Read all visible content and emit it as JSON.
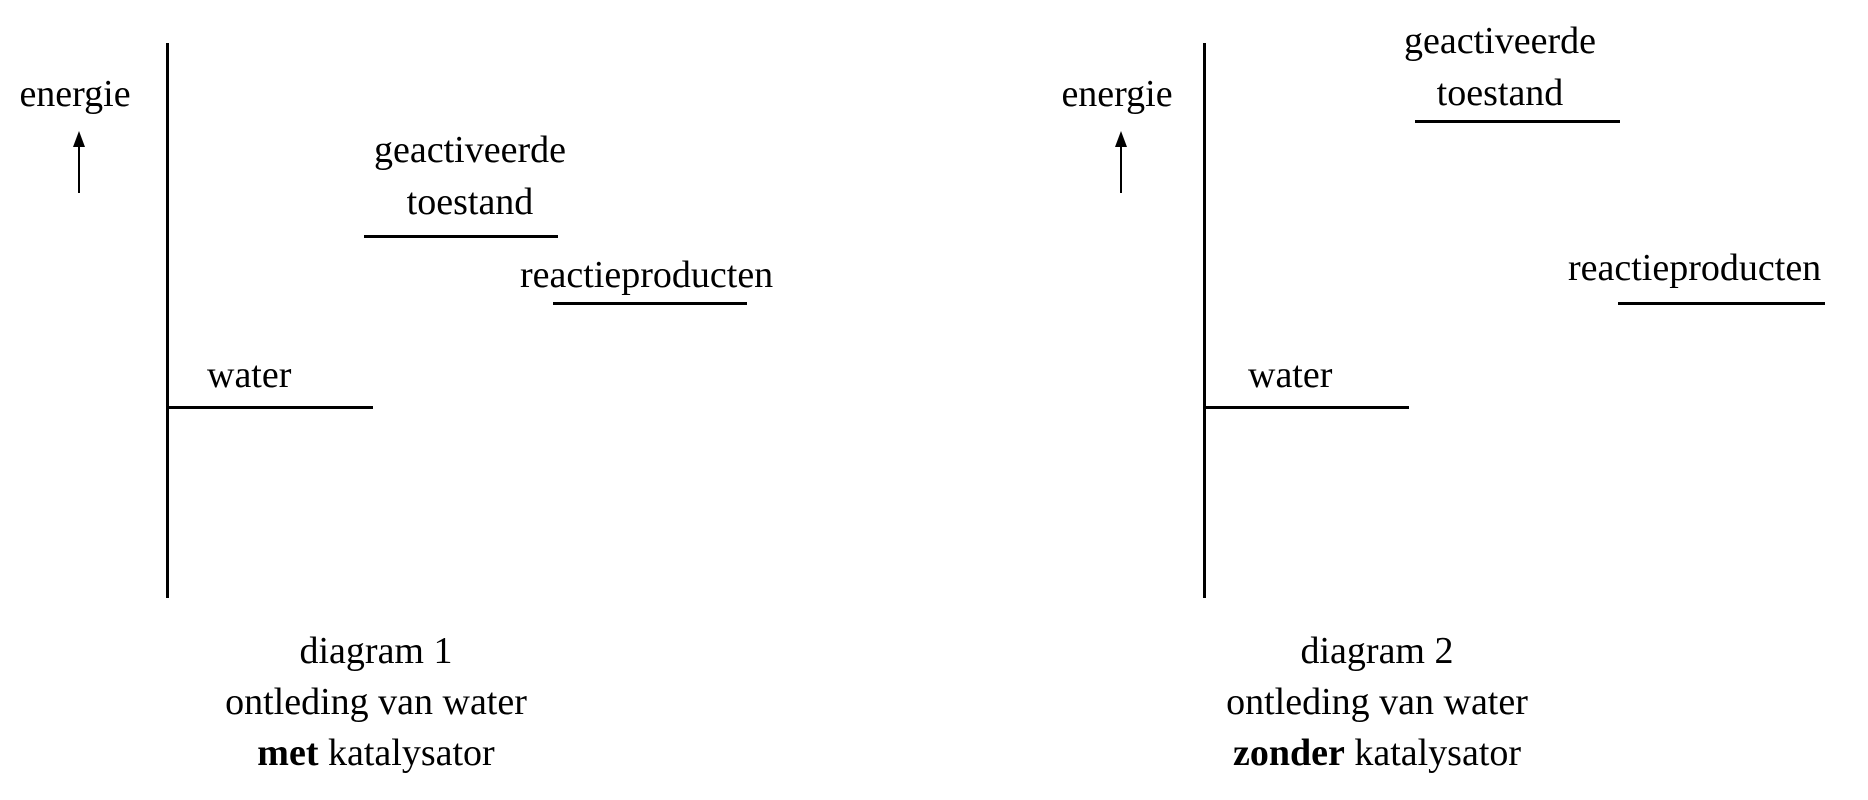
{
  "colors": {
    "ink": "#000000",
    "background": "#ffffff"
  },
  "icons": {
    "energy_axis_arrow": "up-arrow"
  },
  "diagrams": [
    {
      "axis_label": "energie",
      "activated_state_line1": "geactiveerde",
      "activated_state_line2": "toestand",
      "products_label": "reactieproducten",
      "reactant_label": "water",
      "caption_line1": "diagram 1",
      "caption_line2": "ontleding van water",
      "caption_emphasis": "met",
      "caption_rest": " katalysator"
    },
    {
      "axis_label": "energie",
      "activated_state_line1": "geactiveerde",
      "activated_state_line2": "toestand",
      "products_label": "reactieproducten",
      "reactant_label": "water",
      "caption_line1": "diagram 2",
      "caption_line2": "ontleding van water",
      "caption_emphasis": "zonder",
      "caption_rest": " katalysator"
    }
  ]
}
